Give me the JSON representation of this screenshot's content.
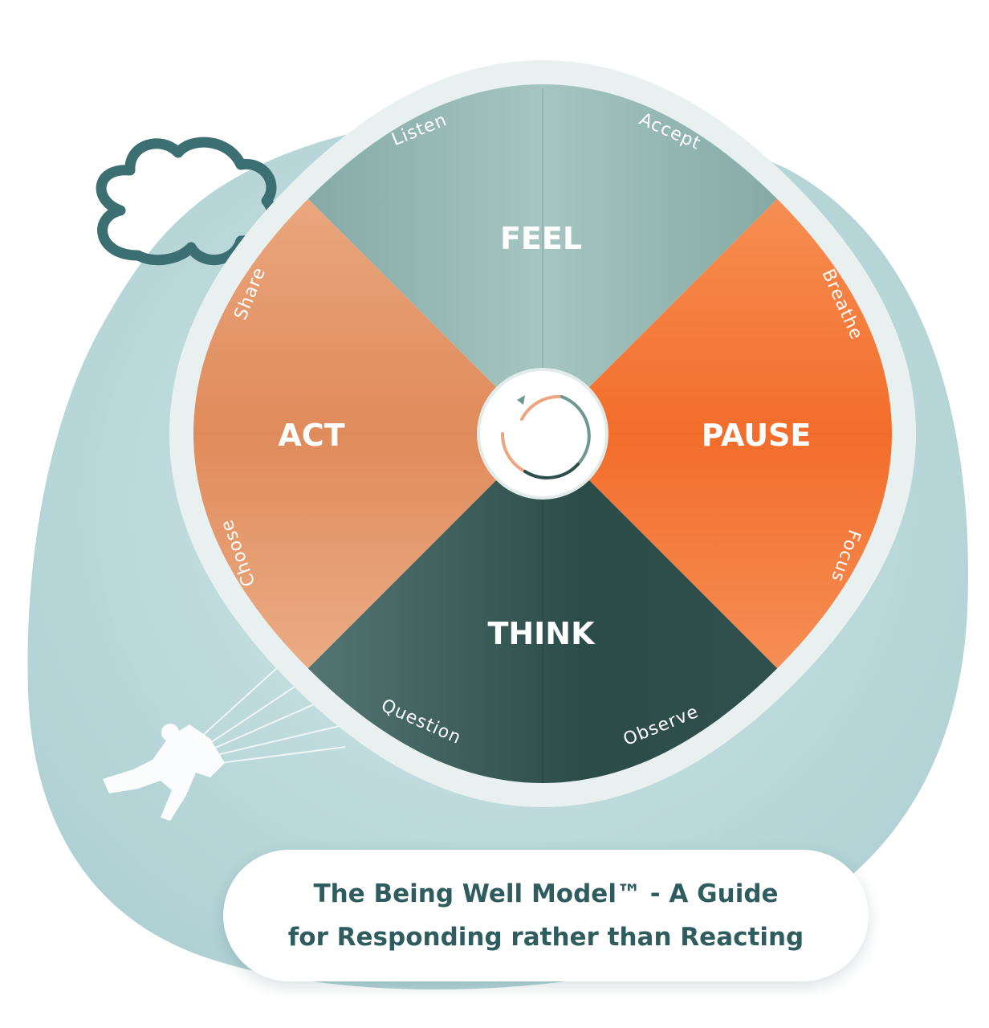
{
  "diagram": {
    "center_icon": "cycle-arrows-icon",
    "segments": [
      {
        "label": "FEEL",
        "color": "#7fa8a3",
        "subs": [
          "Listen",
          "Accept"
        ]
      },
      {
        "label": "PAUSE",
        "color": "#f68a4c",
        "subs": [
          "Breathe",
          "Focus"
        ]
      },
      {
        "label": "THINK",
        "color": "#3f6864",
        "subs": [
          "Question",
          "Observe"
        ]
      },
      {
        "label": "ACT",
        "color": "#eba67f",
        "subs": [
          "Share",
          "Choose"
        ]
      }
    ],
    "decorations": [
      "cloud-icon",
      "parachutist-icon"
    ]
  },
  "caption": {
    "line1": "The Being Well Model™ - A Guide",
    "line2": "for Responding rather than Reacting"
  },
  "colors": {
    "background_blob": "#a9cfd2",
    "caption_text": "#2f5c5e",
    "ring": "#e6f0ef",
    "cloud_outline": "#3c6f72"
  }
}
